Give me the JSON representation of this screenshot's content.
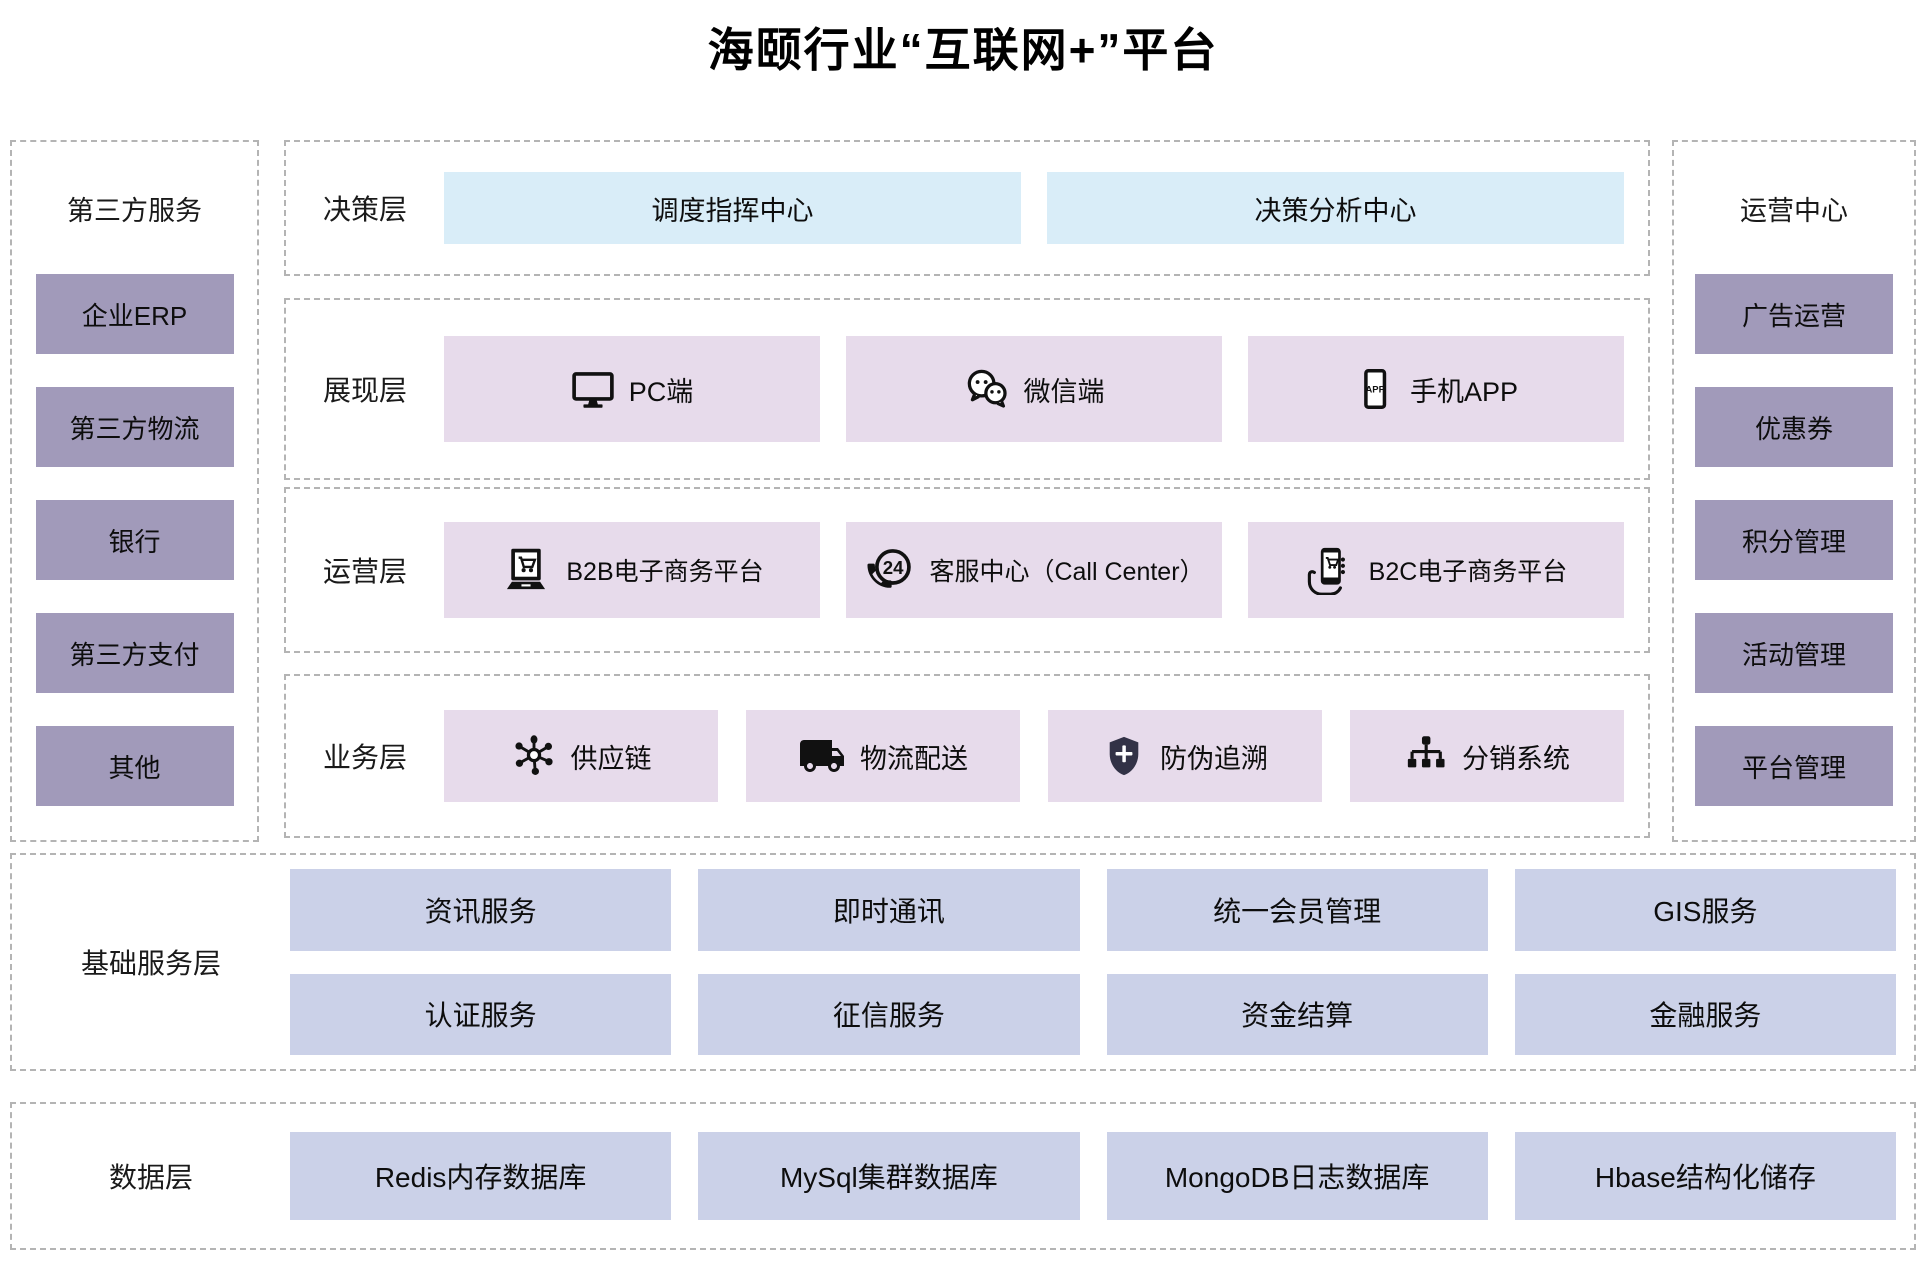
{
  "title": "海颐行业“互联网+”平台",
  "left_panel": {
    "header": "第三方服务",
    "items": [
      "企业ERP",
      "第三方物流",
      "银行",
      "第三方支付",
      "其他"
    ]
  },
  "right_panel": {
    "header": "运营中心",
    "items": [
      "广告运营",
      "优惠券",
      "积分管理",
      "活动管理",
      "平台管理"
    ]
  },
  "layers": {
    "decision": {
      "label": "决策层",
      "boxes": [
        {
          "text": "调度指挥中心"
        },
        {
          "text": "决策分析中心"
        }
      ]
    },
    "presentation": {
      "label": "展现层",
      "boxes": [
        {
          "icon": "monitor-icon",
          "text": "PC端"
        },
        {
          "icon": "wechat-icon",
          "text": "微信端"
        },
        {
          "icon": "mobile-app-icon",
          "text": "手机APP"
        }
      ]
    },
    "operation": {
      "label": "运营层",
      "boxes": [
        {
          "icon": "laptop-cart-icon",
          "text": "B2B电子商务平台"
        },
        {
          "icon": "phone-24-icon",
          "text": "客服中心（Call Center）"
        },
        {
          "icon": "phone-cart-icon",
          "text": "B2C电子商务平台"
        }
      ]
    },
    "business": {
      "label": "业务层",
      "boxes": [
        {
          "icon": "network-icon",
          "text": "供应链"
        },
        {
          "icon": "truck-icon",
          "text": "物流配送"
        },
        {
          "icon": "shield-plus-icon",
          "text": "防伪追溯"
        },
        {
          "icon": "hierarchy-icon",
          "text": "分销系统"
        }
      ]
    }
  },
  "base_services": {
    "label": "基础服务层",
    "row1": [
      "资讯服务",
      "即时通讯",
      "统一会员管理",
      "GIS服务"
    ],
    "row2": [
      "认证服务",
      "征信服务",
      "资金结算",
      "金融服务"
    ]
  },
  "data_layer": {
    "label": "数据层",
    "items": [
      "Redis内存数据库",
      "MySql集群数据库",
      "MongoDB日志数据库",
      "Hbase结构化储存"
    ]
  },
  "colors": {
    "sidebar_box": "#a19aba",
    "decision_box": "#d9edf8",
    "center_box": "#e7dbeb",
    "service_box": "#cbd1e8",
    "dashed_border": "#b4b4b4",
    "shield": "#323246"
  }
}
